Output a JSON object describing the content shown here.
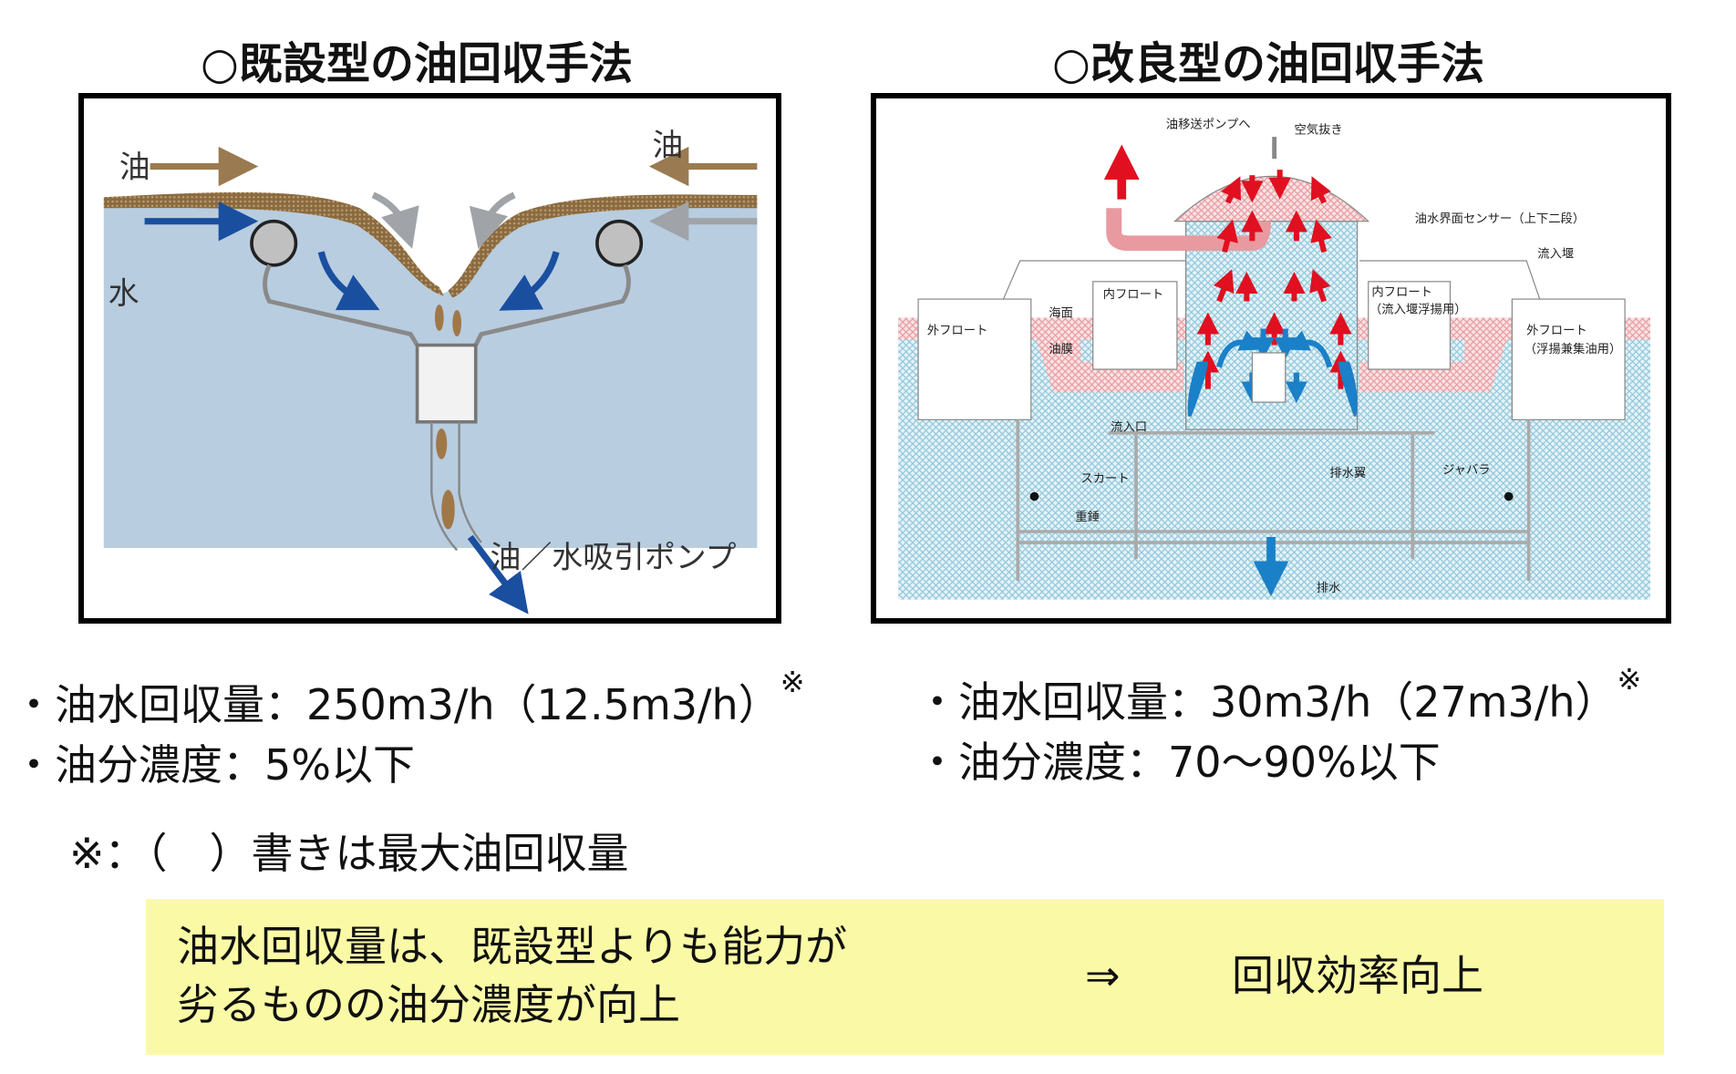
{
  "left": {
    "title": "○既設型の油回収手法",
    "diagram_labels": {
      "oil_left": "油",
      "oil_right": "油",
      "water": "水",
      "pump": "油／水吸引ポンプ"
    },
    "stats": [
      {
        "label": "・油水回収量：250m3/h（12.5m3/h）",
        "mark": "※"
      },
      {
        "label": "・油分濃度：5%以下"
      }
    ]
  },
  "right": {
    "title": "○改良型の油回収手法",
    "diagram_labels": {
      "to_pump": "油移送ポンプへ",
      "air_vent": "空気抜き",
      "sensor": "油水界面センサー（上下二段）",
      "inflow_weir": "流入堰",
      "inner_float_left": "内フロート",
      "inner_float_right_1": "内フロート",
      "inner_float_right_2": "（流入堰浮揚用）",
      "outer_float_left": "外フロート",
      "outer_float_right_1": "外フロート",
      "outer_float_right_2": "（浮揚兼集油用）",
      "sea_surface": "海面",
      "oil_film": "油膜",
      "inlet": "流入口",
      "skirt": "スカート",
      "weight": "重錘",
      "drain_impeller": "排水翼",
      "bellows": "ジャバラ",
      "drain": "排水"
    },
    "stats": [
      {
        "label": "・油水回収量：30m3/h（27m3/h）",
        "mark": "※"
      },
      {
        "label": "・油分濃度：70～90%以下"
      }
    ]
  },
  "note": "※：（　）書きは最大油回収量",
  "summary": {
    "line1": "油水回収量は、既設型よりも能力が",
    "line2": "劣るものの油分濃度が向上",
    "arrow": "⇒",
    "result": "回収効率向上"
  },
  "colors": {
    "water_left": "#b8cde0",
    "oil_brown": "#9a7a50",
    "arrow_blue": "#1a4fa0",
    "hatch_blue": "#8fc6dc",
    "hatch_red": "#e89aa0",
    "arrow_red": "#e01020",
    "summary_bg": "#fafaa6"
  }
}
